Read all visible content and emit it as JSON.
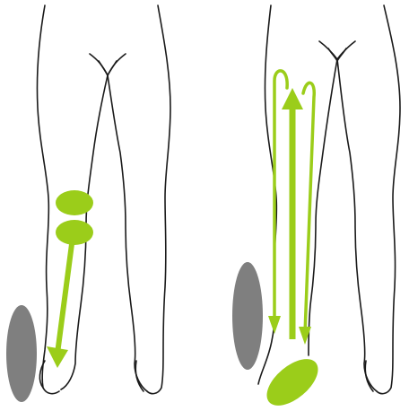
{
  "colors": {
    "accent": "#9bcd1a",
    "pad": "#7f7f7f",
    "outline": "#1a1a1a",
    "background": "#ffffff"
  },
  "figures": [
    {
      "name": "left-leg-figure",
      "markers": [
        "knee-marker-upper",
        "knee-marker-lower"
      ],
      "arrow": "downward-arrow",
      "pad": "gray-pad"
    },
    {
      "name": "right-leg-figure",
      "markers": [
        "foot-marker"
      ],
      "arrows": [
        "upward-arrow",
        "looping-arrows"
      ],
      "pad": "gray-pad"
    }
  ]
}
